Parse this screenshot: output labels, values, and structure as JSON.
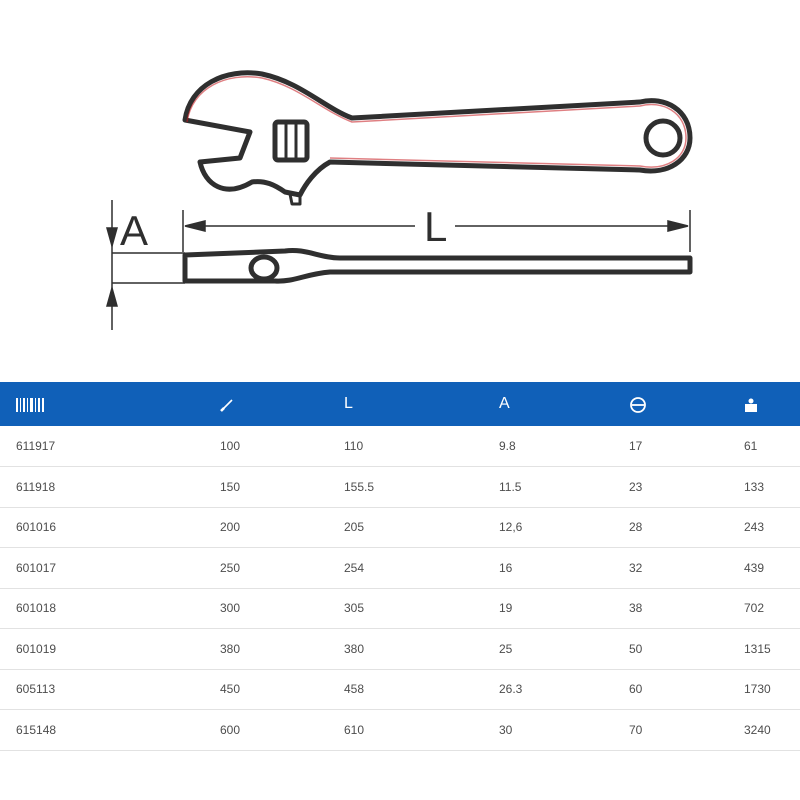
{
  "drawing": {
    "dimension_a_label": "A",
    "dimension_l_label": "L",
    "outline_color": "#c4161c"
  },
  "table": {
    "header_color": "#1060b8",
    "columns": [
      {
        "key": "article",
        "icon": "barcode-icon"
      },
      {
        "key": "size",
        "icon": "diagonal-slash-icon"
      },
      {
        "key": "length",
        "label": "L"
      },
      {
        "key": "thickness",
        "label": "A"
      },
      {
        "key": "opening",
        "icon": "jaw-opening-icon"
      },
      {
        "key": "weight",
        "icon": "weight-icon"
      }
    ],
    "rows": [
      [
        "611917",
        "100",
        "110",
        "9.8",
        "17",
        "61"
      ],
      [
        "611918",
        "150",
        "155.5",
        "11.5",
        "23",
        "133"
      ],
      [
        "601016",
        "200",
        "205",
        "12,6",
        "28",
        "243"
      ],
      [
        "601017",
        "250",
        "254",
        "16",
        "32",
        "439"
      ],
      [
        "601018",
        "300",
        "305",
        "19",
        "38",
        "702"
      ],
      [
        "601019",
        "380",
        "380",
        "25",
        "50",
        "1315"
      ],
      [
        "605113",
        "450",
        "458",
        "26.3",
        "60",
        "1730"
      ],
      [
        "615148",
        "600",
        "610",
        "30",
        "70",
        "3240"
      ]
    ]
  }
}
